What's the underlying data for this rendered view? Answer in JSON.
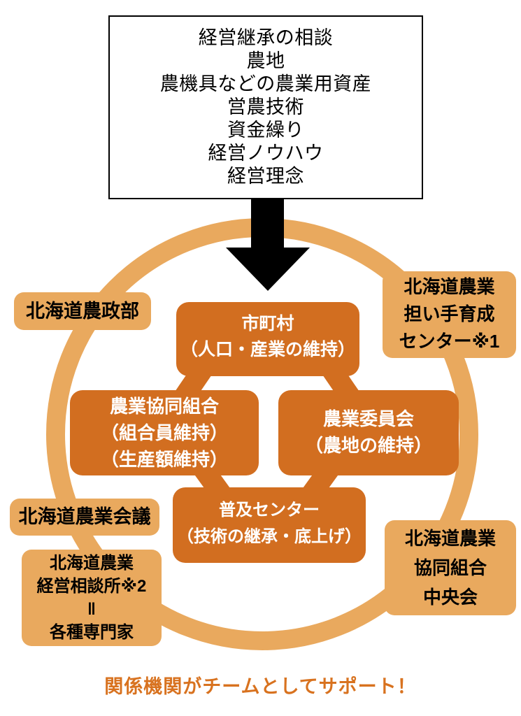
{
  "top_box": {
    "lines": [
      "経営継承の相談",
      "農地",
      "農機具などの農業用資産",
      "営農技術",
      "資金繰り",
      "経営ノウハウ",
      "経営理念"
    ]
  },
  "center_boxes": {
    "municipality": {
      "lines": [
        "市町村",
        "（人口・産業の維持）"
      ]
    },
    "coop": {
      "lines": [
        "農業協同組合",
        "（組合員維持）",
        "（生産額維持）"
      ]
    },
    "committee": {
      "lines": [
        "農業委員会",
        "（農地の維持）"
      ]
    },
    "extension": {
      "lines": [
        "普及センター",
        "（技術の継承・底上げ）"
      ]
    }
  },
  "outer_boxes": {
    "noseibu": {
      "lines": [
        "北海道農政部"
      ]
    },
    "ninaite": {
      "lines": [
        "北海道農業",
        "担い手育成",
        "センター※1"
      ]
    },
    "kaigi": {
      "lines": [
        "北海道農業会議"
      ]
    },
    "sodanjo": {
      "lines": [
        "北海道農業",
        "経営相談所※2",
        "‖",
        "各種専門家"
      ]
    },
    "chuokai": {
      "lines": [
        "北海道農業",
        "協同組合",
        "中央会"
      ]
    }
  },
  "caption": "関係機関がチームとしてサポート！",
  "colors": {
    "box_dark": "#D26E20",
    "box_light": "#E9A95E",
    "caption": "#D8721F",
    "arrow": "#000000"
  }
}
